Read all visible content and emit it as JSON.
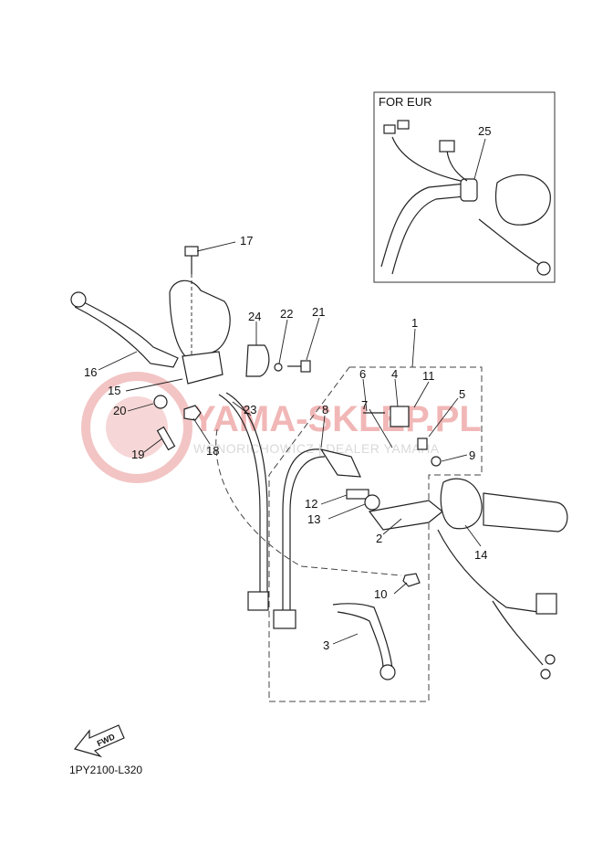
{
  "diagram": {
    "code": "1PY2100-L320",
    "inset_title": "FOR EUR",
    "fwd_label": "FWD",
    "watermark": {
      "brand": "YAMA-SKLEP.PL",
      "tagline": "WONORICHOWICZ | DEALER YAMAHA"
    },
    "callouts": [
      {
        "id": "c1",
        "label": "1"
      },
      {
        "id": "c2",
        "label": "2"
      },
      {
        "id": "c3",
        "label": "3"
      },
      {
        "id": "c4",
        "label": "4"
      },
      {
        "id": "c5",
        "label": "5"
      },
      {
        "id": "c6",
        "label": "6"
      },
      {
        "id": "c7",
        "label": "7"
      },
      {
        "id": "c8",
        "label": "8"
      },
      {
        "id": "c9",
        "label": "9"
      },
      {
        "id": "c10",
        "label": "10"
      },
      {
        "id": "c11",
        "label": "11"
      },
      {
        "id": "c12",
        "label": "12"
      },
      {
        "id": "c13",
        "label": "13"
      },
      {
        "id": "c14",
        "label": "14"
      },
      {
        "id": "c15",
        "label": "15"
      },
      {
        "id": "c16",
        "label": "16"
      },
      {
        "id": "c17",
        "label": "17"
      },
      {
        "id": "c18",
        "label": "18"
      },
      {
        "id": "c19",
        "label": "19"
      },
      {
        "id": "c20",
        "label": "20"
      },
      {
        "id": "c21",
        "label": "21"
      },
      {
        "id": "c22",
        "label": "22"
      },
      {
        "id": "c23",
        "label": "23"
      },
      {
        "id": "c24",
        "label": "24"
      },
      {
        "id": "c25",
        "label": "25"
      }
    ]
  }
}
